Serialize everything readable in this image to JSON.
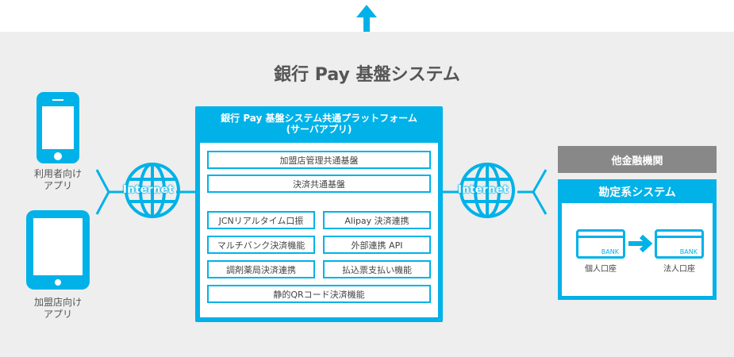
{
  "title": "銀行 Pay 基盤システム",
  "clients": [
    {
      "label_line1": "利用者向け",
      "label_line2": "アプリ",
      "device": "smartphone-icon"
    },
    {
      "label_line1": "加盟店向け",
      "label_line2": "アプリ",
      "device": "tablet-icon"
    }
  ],
  "internet_label": "Internet",
  "platform": {
    "title_line1": "銀行 Pay 基盤システム共通プラットフォーム",
    "title_line2": "(サーバアプリ)",
    "modules": [
      "加盟店管理共通基盤",
      "決済共通基盤",
      "JCNリアルタイム口振",
      "Alipay 決済連携",
      "マルチバンク決済機能",
      "外部連携 API",
      "調剤薬局決済連携",
      "払込票支払い機能",
      "静的QRコード決済機能"
    ]
  },
  "other_institution": "他金融機関",
  "core_system": {
    "title": "勘定系システム",
    "card_label": "BANK",
    "from_account": "個人口座",
    "to_account": "法人口座"
  },
  "colors": {
    "accent": "#00b2e8",
    "panel": "#eeeeee",
    "gray_box": "#888888"
  }
}
